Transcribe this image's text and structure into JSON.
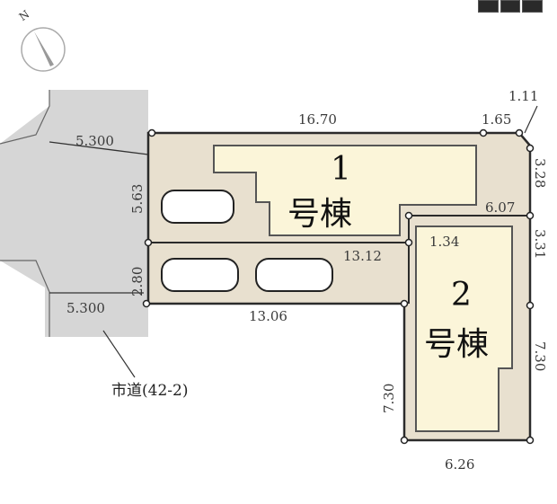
{
  "compass": {
    "label": "N"
  },
  "buildings": [
    {
      "number": "1",
      "suffix": "号棟"
    },
    {
      "number": "2",
      "suffix": "号棟"
    }
  ],
  "dimensions": {
    "top_width": "16.70",
    "top_right_short": "1.65",
    "corner_chamfer": "1.11",
    "right_upper": "3.28",
    "inner_step_width": "6.07",
    "right_middle": "3.31",
    "inner_step_small": "1.34",
    "middle_width": "13.12",
    "lower_width": "13.06",
    "right_lower": "7.30",
    "left_lower": "7.30",
    "bottom_width": "6.26",
    "left_upper": "5.63",
    "left_lower_frontage": "2.80",
    "road_width_upper": "5.300",
    "road_width_lower": "5.300"
  },
  "road": {
    "label": "市道(42-2)"
  },
  "colors": {
    "road": "#d6d6d6",
    "lot": "#e8e0cf",
    "building": "#fbf5d9",
    "line": "#2b2b2b"
  }
}
